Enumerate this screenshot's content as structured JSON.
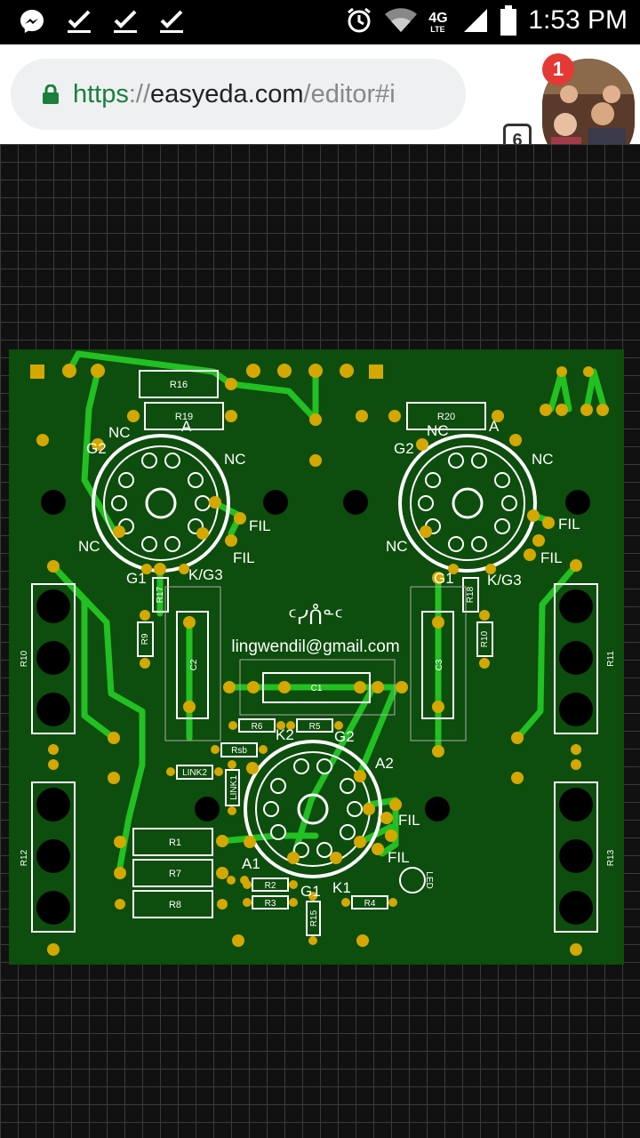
{
  "status_bar": {
    "time": "1:53 PM",
    "network": "4G",
    "network_sub": "LTE"
  },
  "browser": {
    "url_scheme": "https",
    "url_sep": "://",
    "url_host": "easyeda.com",
    "url_path": "/editor#i",
    "tab_count": "6",
    "notification_count": "1"
  },
  "pcb": {
    "labels": {
      "left_tube": [
        "NC",
        "G2",
        "A",
        "NC",
        "FIL",
        "FIL",
        "NC",
        "G1",
        "K/G3"
      ],
      "right_tube": [
        "G2",
        "NC",
        "A",
        "NC",
        "FIL",
        "FIL",
        "NC",
        "G1",
        "K/G3"
      ],
      "center_tube": [
        "K2",
        "G2",
        "A2",
        "FIL",
        "FIL",
        "A1",
        "G1",
        "K1"
      ],
      "email": "lingwendil@gmail.com",
      "logo": "ᑦᓯᑍᓐᑦ"
    },
    "components": {
      "R16": "R16",
      "R19": "R19",
      "R20": "R20",
      "R17": "R17",
      "R18": "R18",
      "R9": "R9",
      "R10a": "R10",
      "C2": "C2",
      "C3": "C3",
      "C1": "C1",
      "R10": "R10",
      "R11": "R11",
      "R12": "R12",
      "R13": "R13",
      "R6": "R6",
      "R5": "R5",
      "Rsb": "Rsb",
      "LINK2": "LINK2",
      "LINK1": "LINK1",
      "R1": "R1",
      "R7": "R7",
      "R8": "R8",
      "R2": "R2",
      "R3": "R3",
      "R4": "R4",
      "R15": "R15",
      "LED": "LED"
    }
  },
  "colors": {
    "board": "#0d4d0d",
    "trace": "#22c022",
    "pad": "#d4a800",
    "silk": "#ffffff"
  }
}
